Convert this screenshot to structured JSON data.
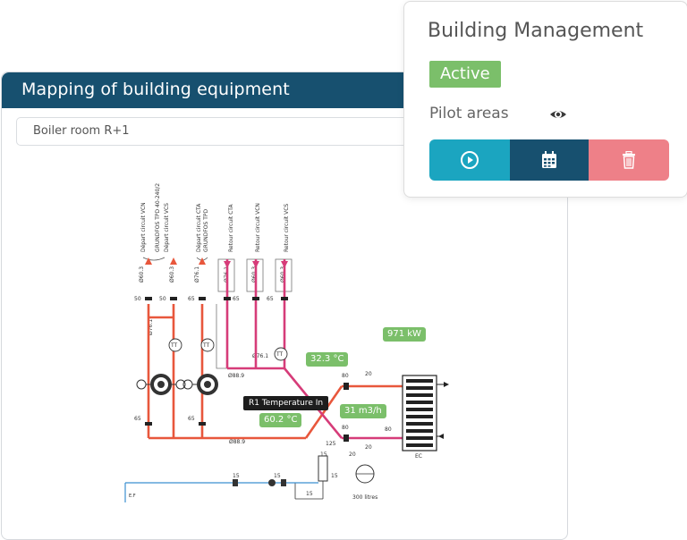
{
  "card": {
    "title": "Mapping of building equipment",
    "room_selected": "Boiler room R+1"
  },
  "popup": {
    "title": "Building Management",
    "status": "Active",
    "pilot_label": "Pilot areas"
  },
  "diagram": {
    "circuit_labels": [
      "Départ circuit VCN",
      "Départ circuit VCS",
      "Départ circuit CTA",
      "Retour circuit CTA",
      "Retour circuit VCN",
      "Retour circuit VCS"
    ],
    "pump_labels": [
      "GRUNDFOS TPD 40-240/2",
      "GRUNDFOS TPD"
    ],
    "pipe_labels": [
      "Ø60.3",
      "Ø60.3",
      "Ø76.1",
      "Ø76.1",
      "Ø60.3",
      "Ø60.3",
      "Ø76.1",
      "Ø88.9",
      "Ø76.1",
      "Ø88.9"
    ],
    "numbers": [
      "50",
      "50",
      "65",
      "65",
      "65",
      "65",
      "65",
      "80",
      "20",
      "80",
      "125",
      "80",
      "20",
      "20",
      "15",
      "15",
      "15",
      "15",
      "15"
    ],
    "tank_label": "300 litres",
    "exchanger_label": "EC",
    "readings": {
      "power": "971 kW",
      "temp_return": "32.3 °C",
      "flow": "31 m3/h",
      "temp_r1": "60.2 °C"
    },
    "tooltip": "R1 Temperature In",
    "sensor_label": "TT"
  },
  "colors": {
    "header": "#17506f",
    "active": "#7bbf6a",
    "play": "#1ba5c0",
    "calendar": "#17506f",
    "delete": "#ee8088",
    "pipe_hot": "#e8573c",
    "pipe_pink": "#d63c79",
    "pipe_blue": "#3b8fd0"
  }
}
